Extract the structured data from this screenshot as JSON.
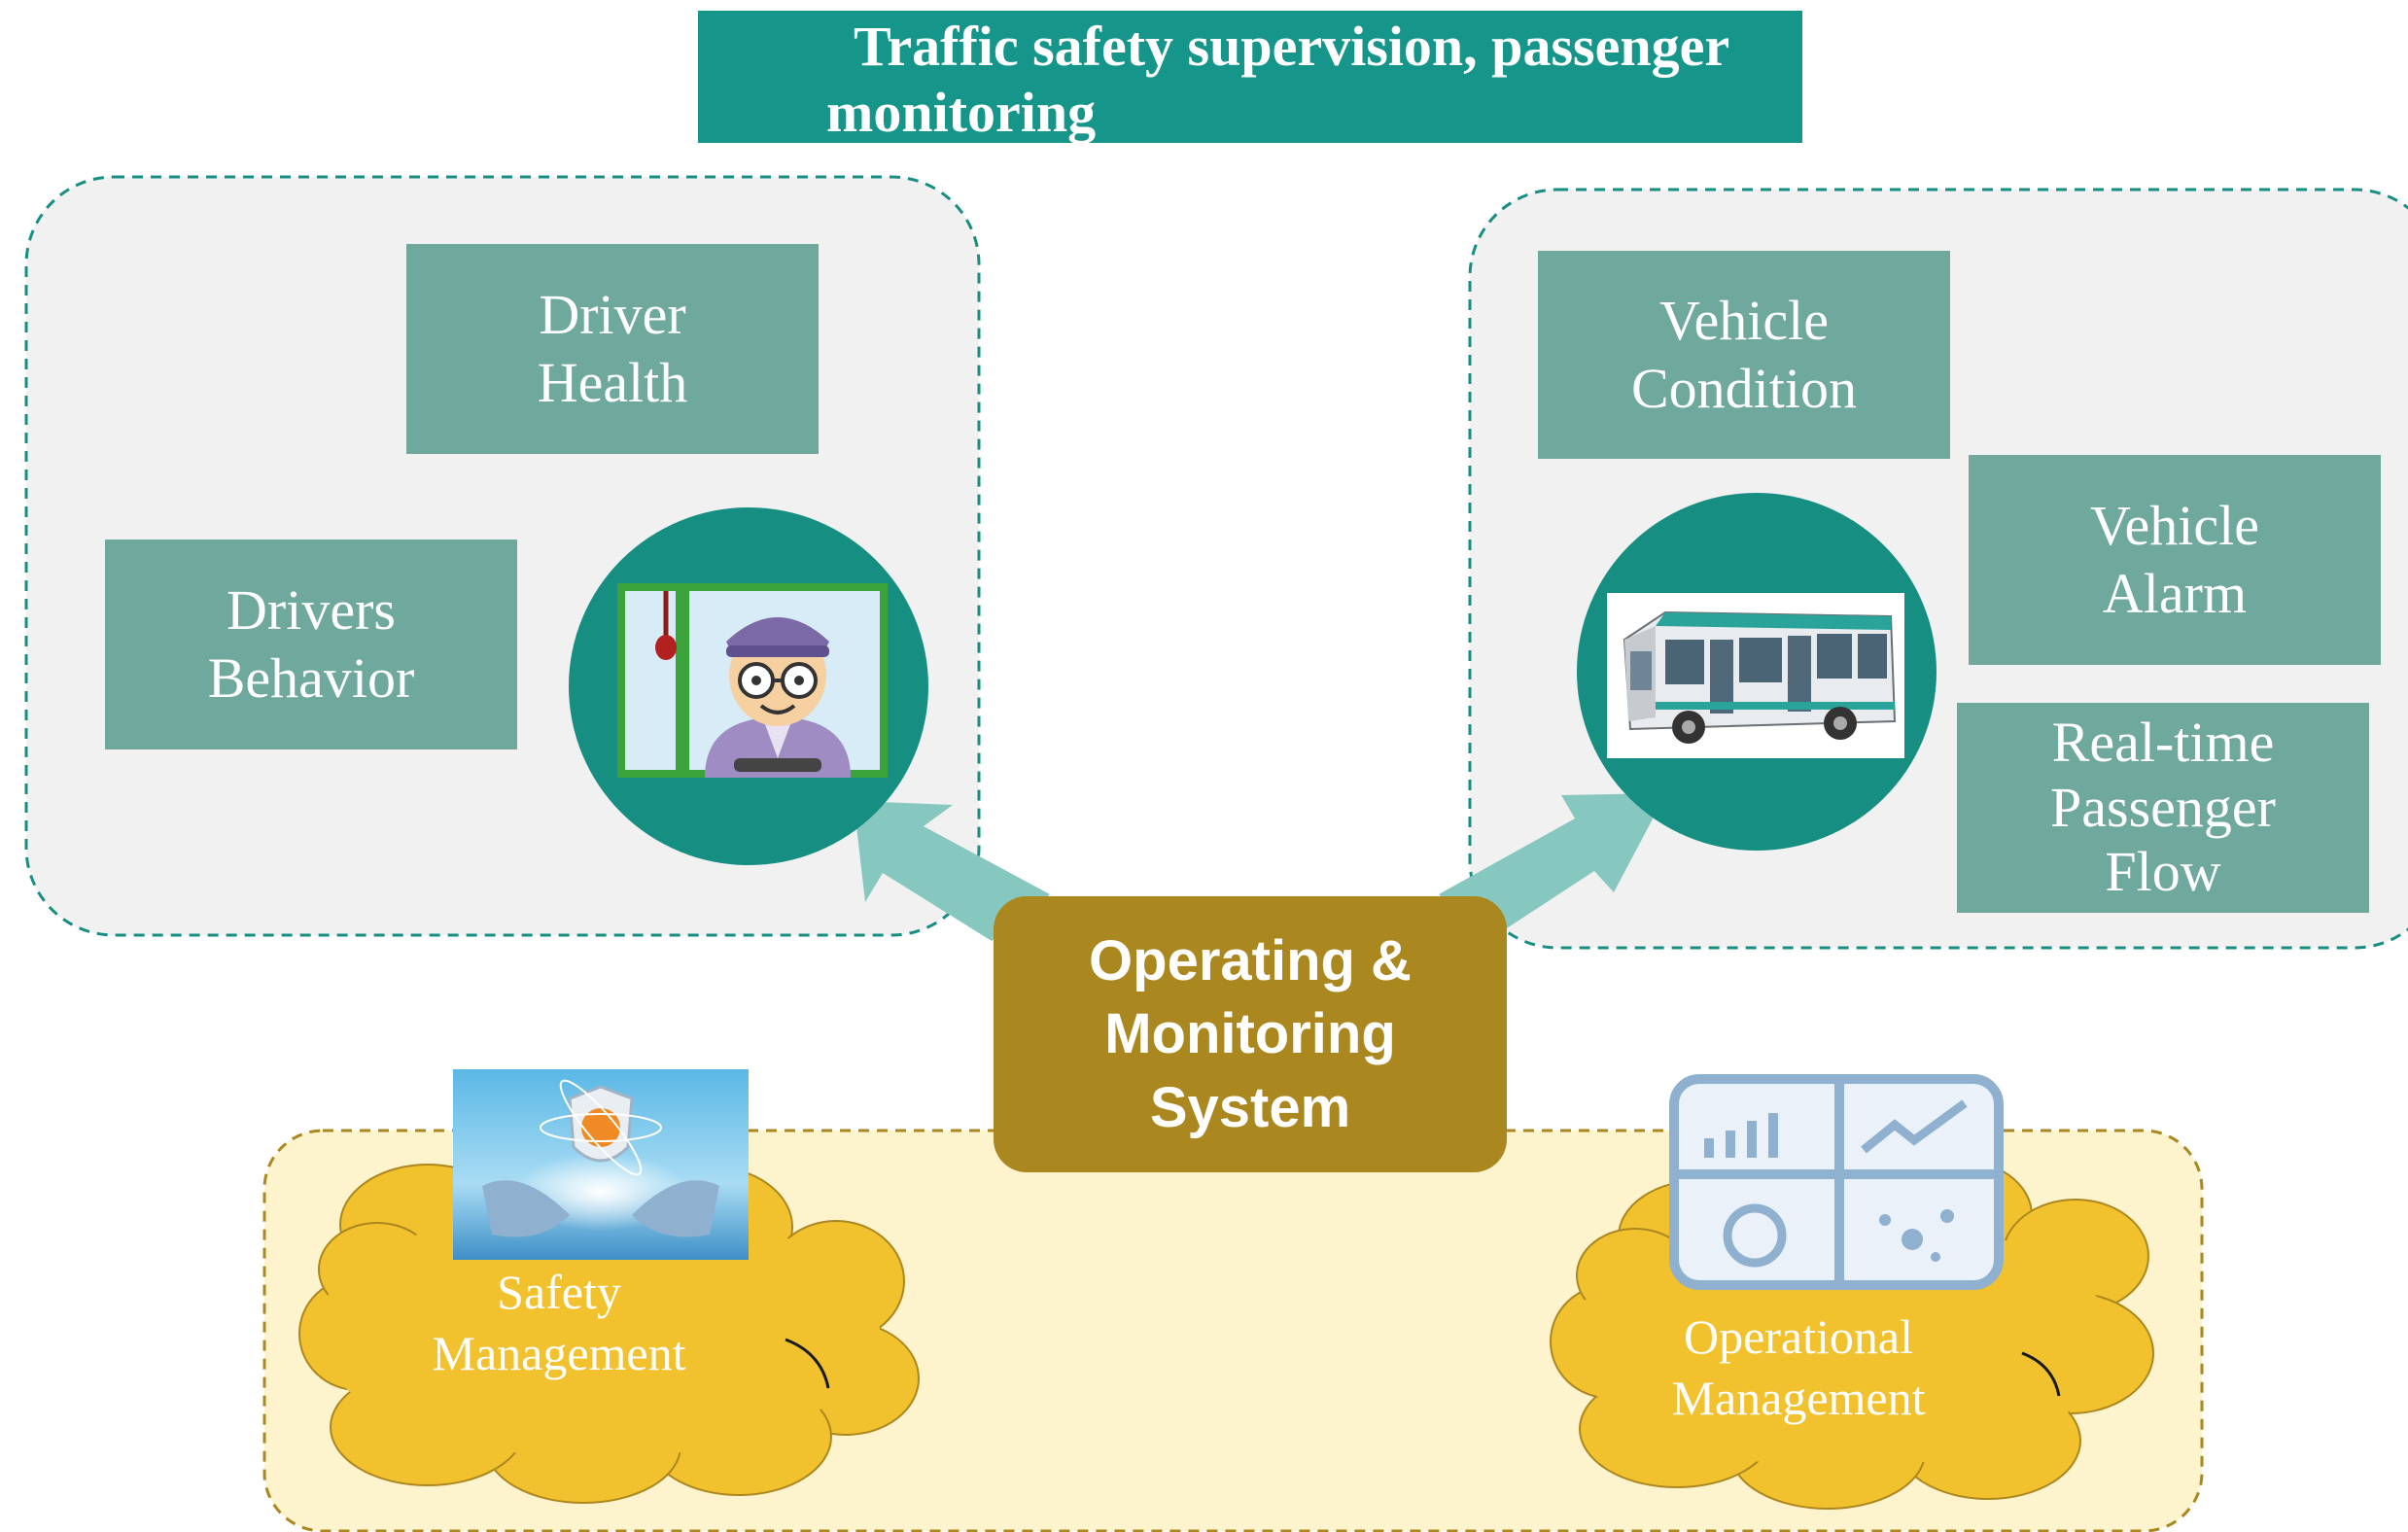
{
  "banner": {
    "line1": "Traffic safety supervision,  passenger",
    "line2": "monitoring"
  },
  "left_panel": {
    "driver_health": [
      "Driver",
      "Health"
    ],
    "drivers_behavior": [
      "Drivers",
      "Behavior"
    ]
  },
  "right_panel": {
    "vehicle_condition": [
      "Vehicle",
      "Condition"
    ],
    "vehicle_alarm": [
      "Vehicle",
      "Alarm"
    ],
    "passenger_flow": [
      "Real-time",
      "Passenger",
      "Flow"
    ]
  },
  "center": {
    "lines": [
      "Operating &",
      "Monitoring",
      "System"
    ]
  },
  "bottom": {
    "safety_management": [
      "Safety",
      "Management"
    ],
    "operational_management": [
      "Operational",
      "Management"
    ]
  },
  "colors": {
    "teal_banner": "#16968a",
    "box_teal": "#6fa89d",
    "circle_teal": "#168e82",
    "arrow_teal": "#86c8bf",
    "center_gold": "#ab8720",
    "cloud_yellow": "#f2c12e",
    "panel_gray": "#f1f1f1",
    "bottom_cream": "#fdf3cc"
  }
}
